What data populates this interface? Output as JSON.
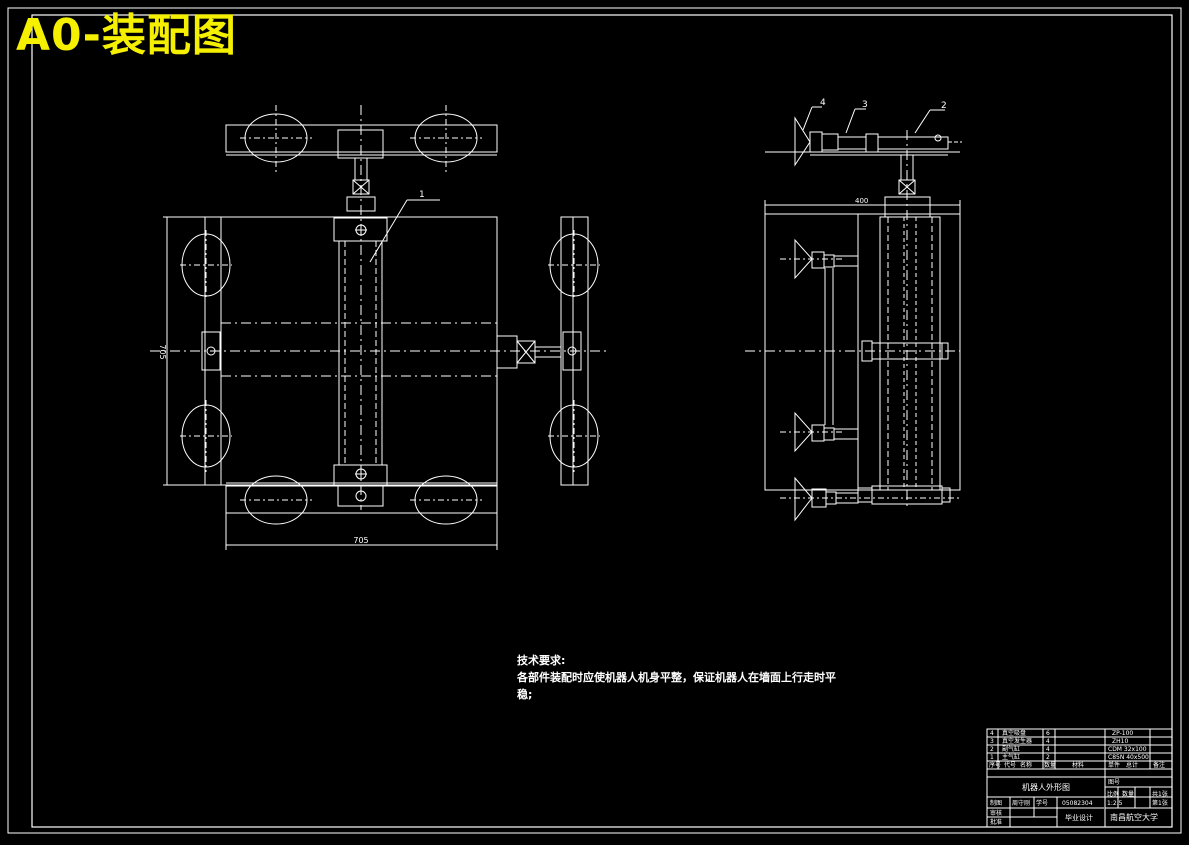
{
  "heading": "A0-装配图",
  "colors": {
    "background": "#000000",
    "line": "#ffffff",
    "heading": "#f5f000"
  },
  "part_callouts": [
    "1",
    "2",
    "3",
    "4"
  ],
  "dimensions": {
    "left_width": "705",
    "left_height": "705",
    "right_width": "400"
  },
  "tech_requirements": {
    "title": "技术要求:",
    "line1": "各部件装配时应使机器人机身平整，保证机器人在墙面上行走时平",
    "line2": "稳;"
  },
  "title_block": {
    "parts": [
      {
        "no": "4",
        "name": "真空吸盘",
        "qty": "6",
        "remark": "ZP-100"
      },
      {
        "no": "3",
        "name": "真空发生器",
        "qty": "4",
        "remark": "ZH10"
      },
      {
        "no": "2",
        "name": "副气缸",
        "qty": "4",
        "remark": "CDM 32x100"
      },
      {
        "no": "1",
        "name": "主气缸",
        "qty": "2",
        "remark": "C85N 40x500"
      }
    ],
    "header_row": [
      "序号",
      "代号",
      "名称",
      "数量",
      "材料",
      "单件",
      "总计",
      "备注"
    ],
    "drawing_name": "机器人外形图",
    "drawing_no": "图号",
    "scale_labels": [
      "比例",
      "数量",
      "共1张"
    ],
    "scale_values": [
      "1:2.5",
      "",
      "第1张"
    ],
    "designer_label": "制图",
    "designer_name": "周守刚",
    "student_no_label": "学号",
    "student_no": "05082304",
    "checker_label": "审核",
    "approver_label": "批准",
    "project": "毕业设计",
    "school": "南昌航空大学"
  }
}
